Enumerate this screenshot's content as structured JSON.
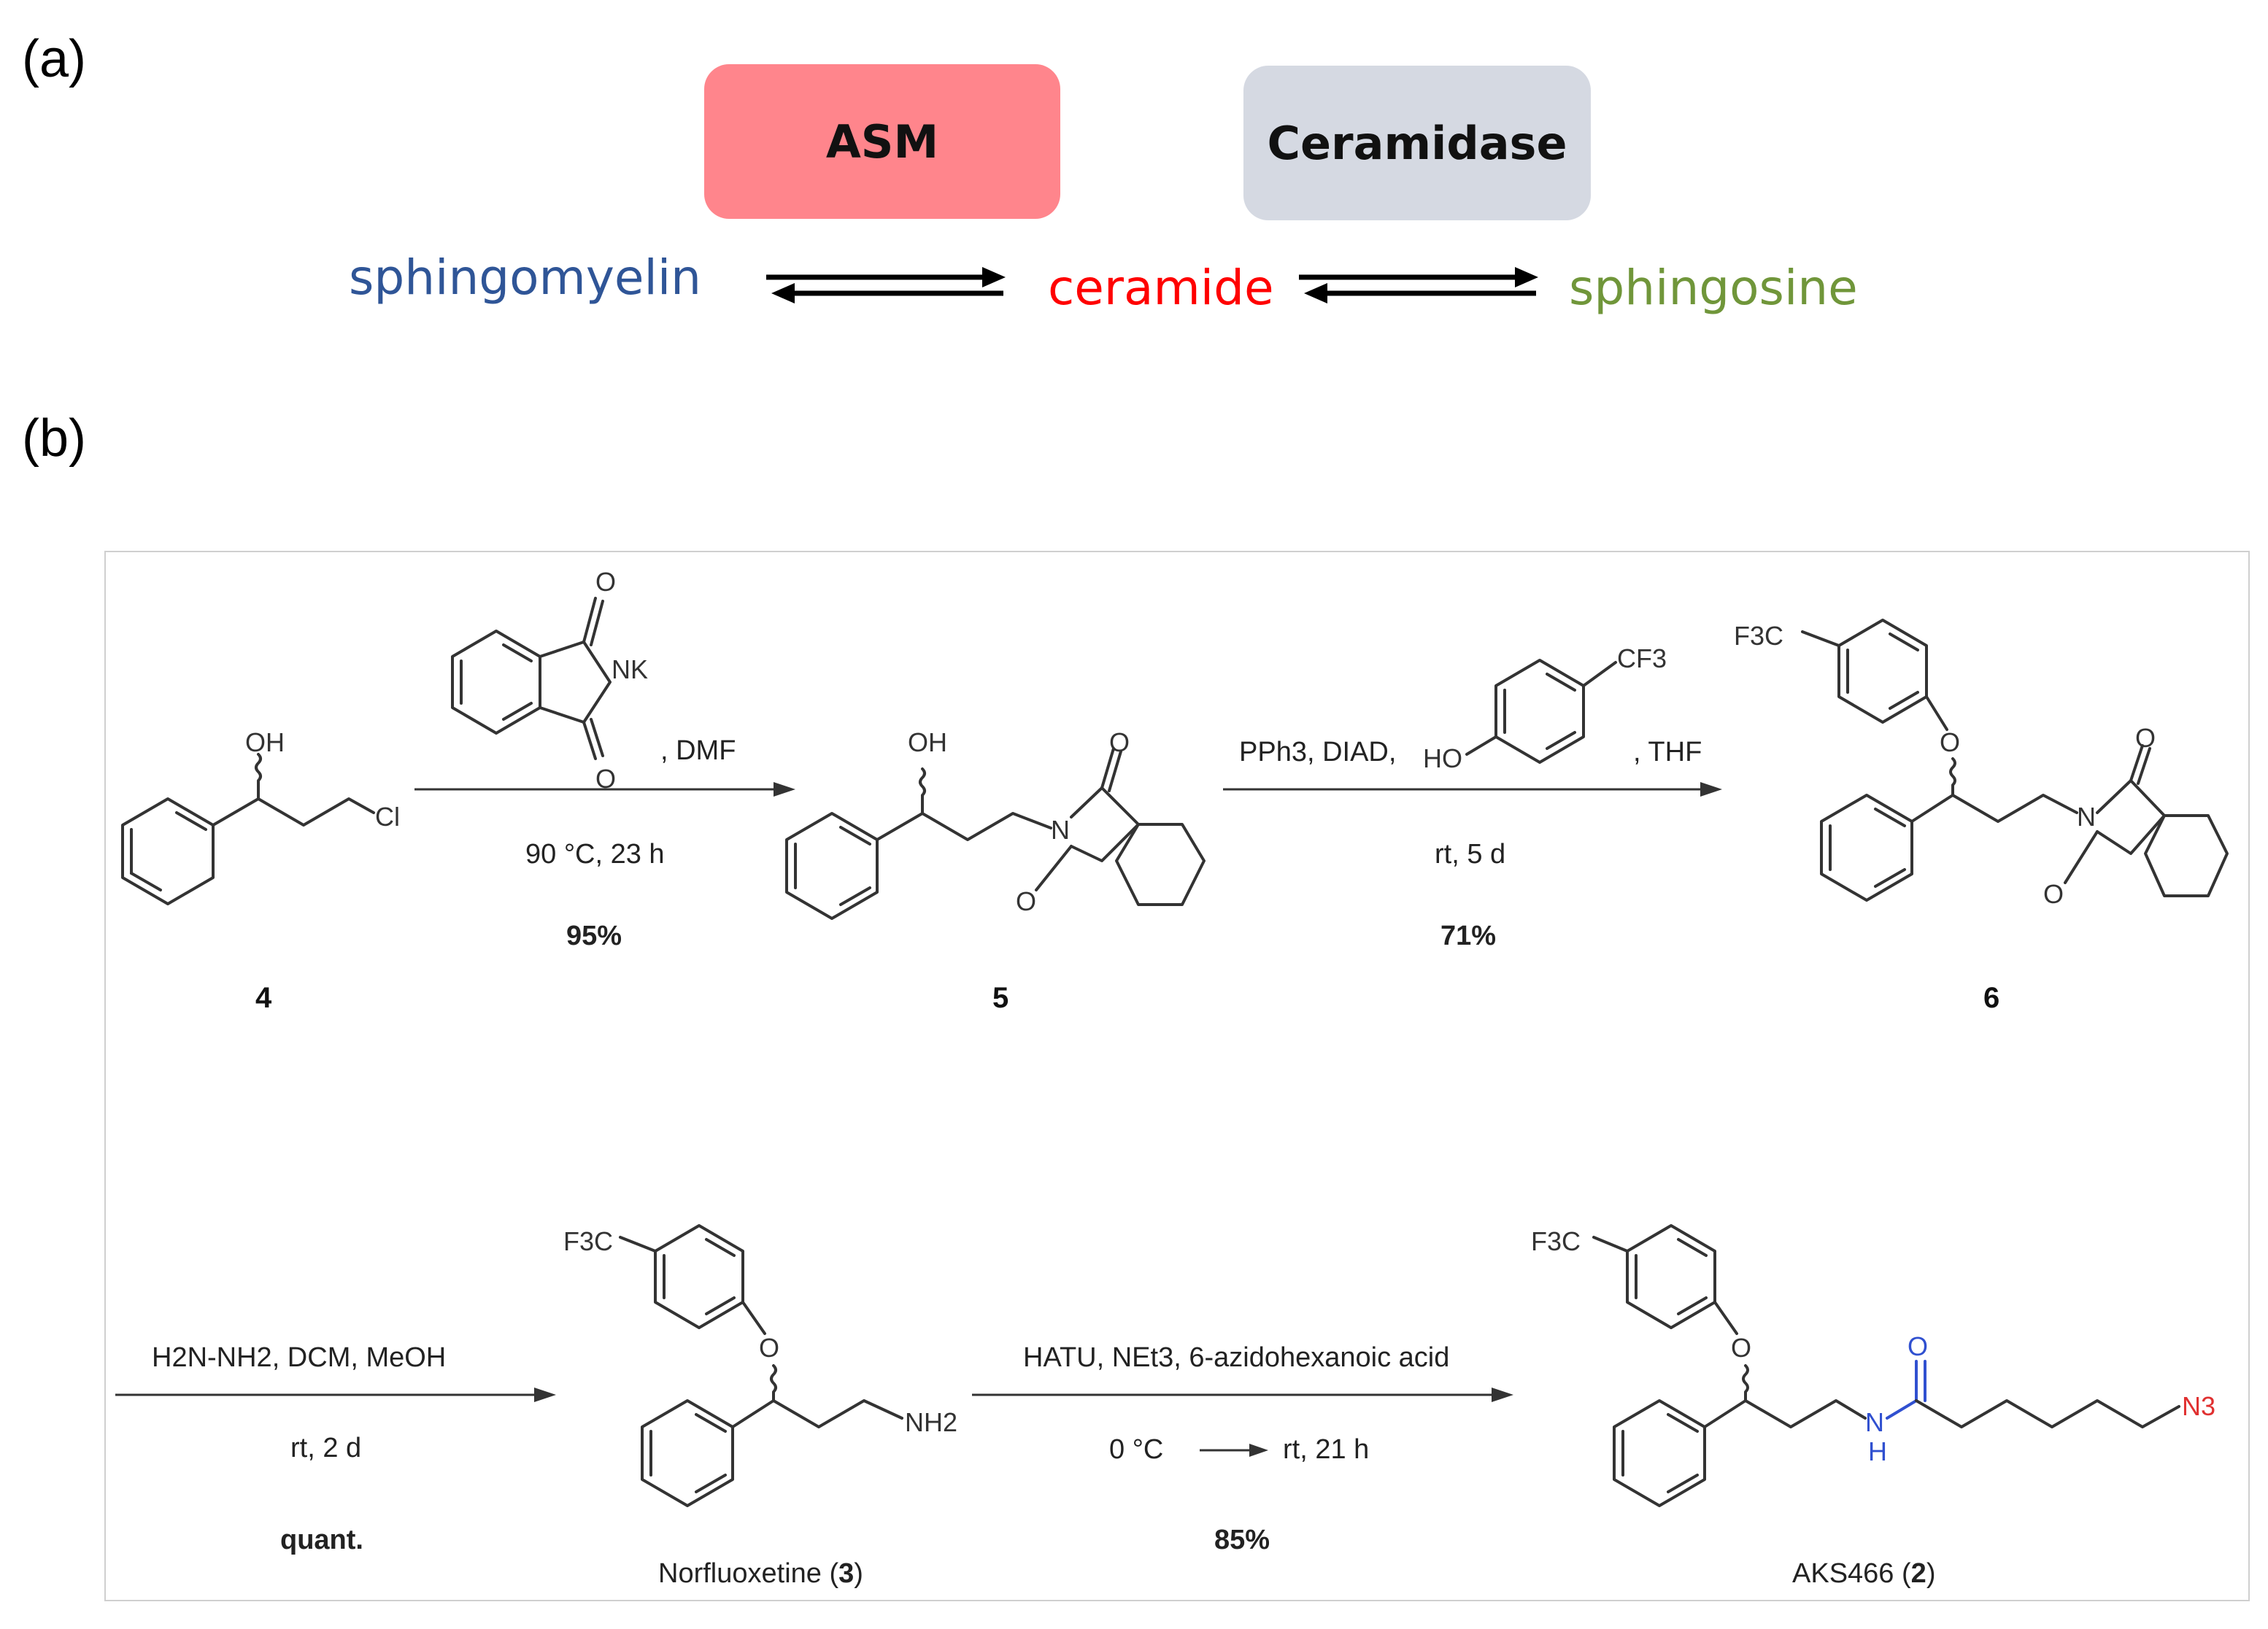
{
  "panel_a": {
    "label": "(a)",
    "enzymes": [
      {
        "name": "ASM",
        "color": "#ff858c"
      },
      {
        "name": "Ceramidase",
        "color": "#d5d9e2"
      }
    ],
    "metabolites": [
      {
        "name": "sphingomyelin",
        "color": "#2f5597"
      },
      {
        "name": "ceramide",
        "color": "#ff0000"
      },
      {
        "name": "sphingosine",
        "color": "#70963a"
      }
    ]
  },
  "panel_b": {
    "label": "(b)",
    "step1": {
      "reagent_suffix": ", DMF",
      "conditions": "90 °C, 23 h",
      "yield": "95%"
    },
    "step2": {
      "reagent_prefix": "PPh3, DIAD,",
      "reagent_suffix": ", THF",
      "conditions": "rt, 5 d",
      "yield": "71%"
    },
    "step3": {
      "reagents": "H2N-NH2, DCM, MeOH",
      "conditions": "rt, 2 d",
      "yield": "quant."
    },
    "step4": {
      "reagents": "HATU, NEt3, 6-azidohexanoic acid",
      "conditions_start": "0 °C",
      "conditions_end": "rt, 21 h",
      "yield": "85%"
    },
    "compounds": [
      {
        "id": "4"
      },
      {
        "id": "5"
      },
      {
        "id": "6"
      },
      {
        "name": "Norfluoxetine",
        "id": "3"
      },
      {
        "name": "AKS466",
        "id": "2"
      }
    ],
    "atom_labels": {
      "oh": "OH",
      "cl": "Cl",
      "o": "O",
      "n": "N",
      "nk": "NK",
      "ho": "HO",
      "cf3": "CF3",
      "f3c": "F3C",
      "nh2": "NH2",
      "h": "H",
      "n3": "N3"
    },
    "highlight_colors": {
      "amide": "#3050d0",
      "azide": "#e03030"
    }
  }
}
